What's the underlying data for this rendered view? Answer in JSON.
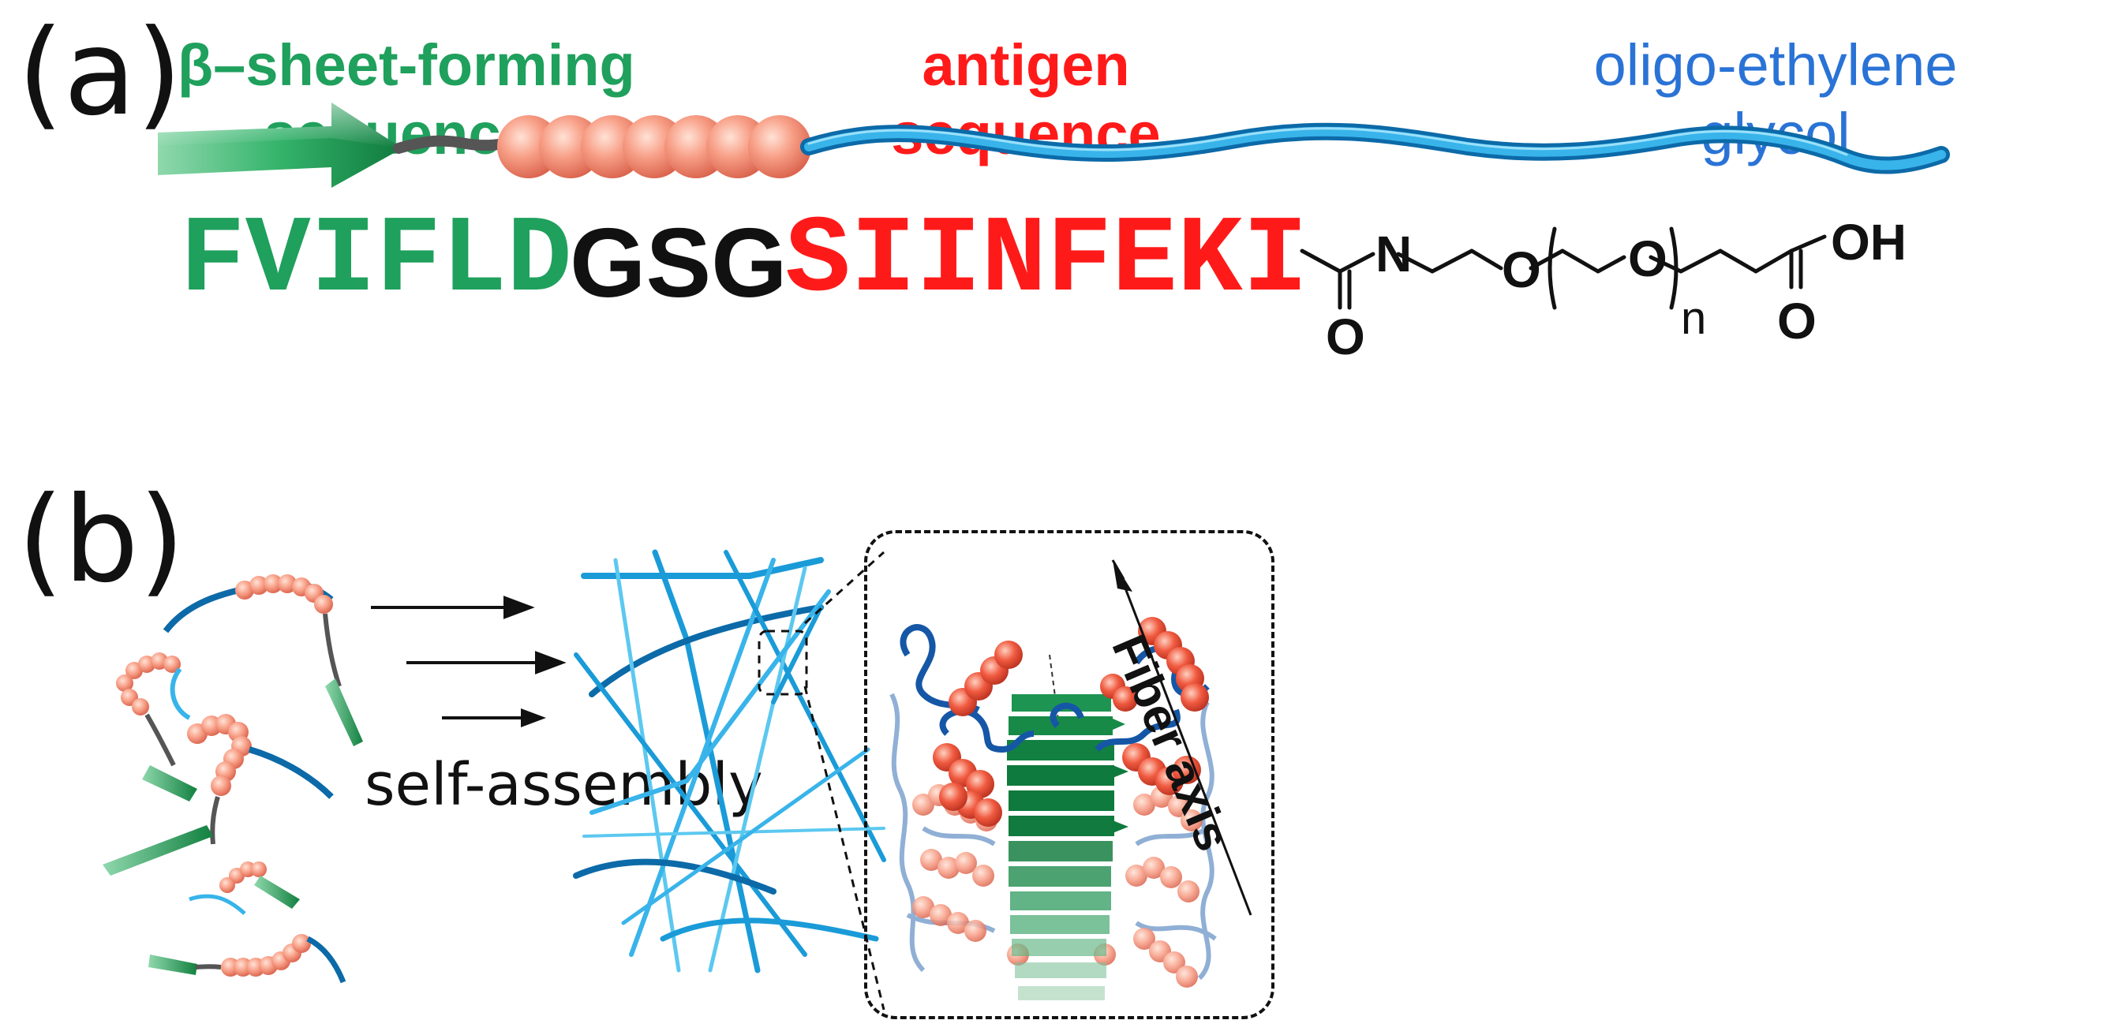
{
  "panel_a": {
    "label": "(a)",
    "headings": {
      "beta_sheet": [
        "β–sheet-forming",
        "sequence"
      ],
      "antigen": [
        "antigen",
        "sequence"
      ],
      "oligo": [
        "oligo-ethylene",
        "glycol"
      ]
    },
    "sequences": {
      "beta_sheet": "FVIFLD",
      "linker": "GSG",
      "antigen": "SIINFEKI"
    },
    "chemical_structure": {
      "atoms": [
        "N",
        "O",
        "O",
        "O",
        "OH",
        "O"
      ],
      "subscript": "n"
    }
  },
  "panel_b": {
    "label": "(b)",
    "process_label": "self-assembly",
    "axis_label": "Fiber axis"
  },
  "colors": {
    "green": "#1fa05c",
    "green_dark": "#137a40",
    "red": "#ff1a1a",
    "blue": "#2a73d6",
    "bead": "#f48a72",
    "fiber_blue": "#1a9bd8",
    "black": "#111111"
  }
}
